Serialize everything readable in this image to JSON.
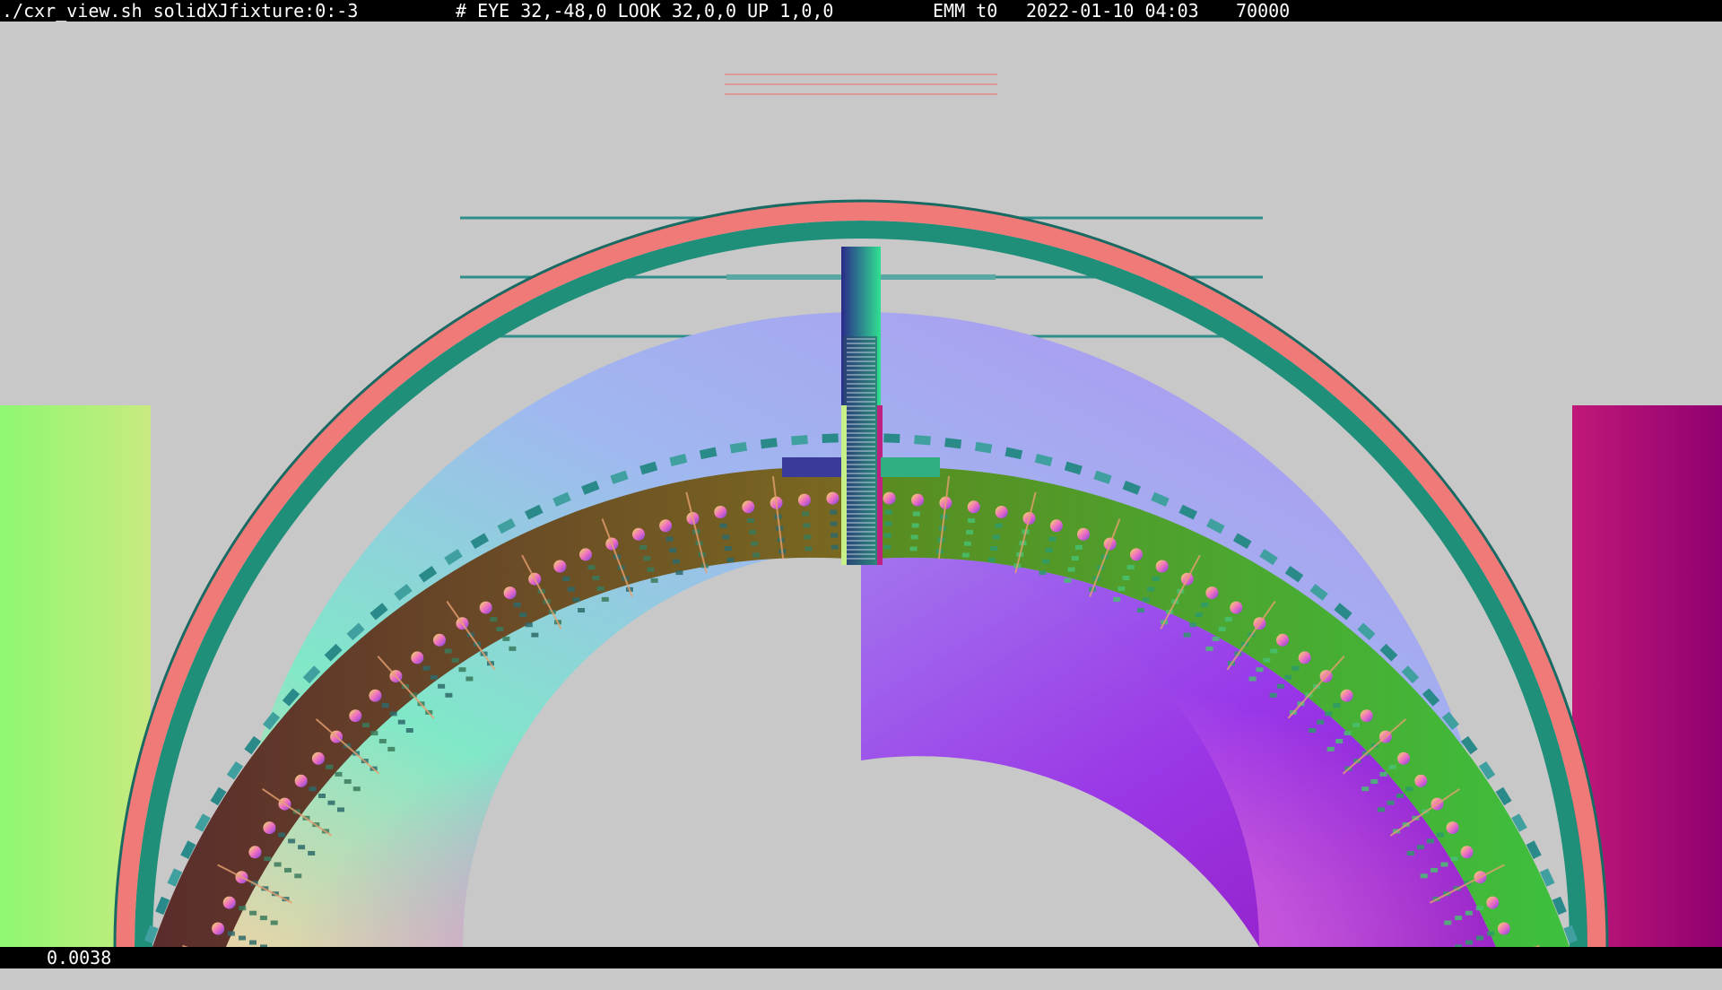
{
  "header": {
    "command": "./cxr_view.sh solidXJfixture:0:-3",
    "camera": "# EYE 32,-48,0 LOOK 32,0,0 UP 1,0,0",
    "mode": "EMM t0",
    "timestamp": "2022-01-10 04:03",
    "count": "70000"
  },
  "footer": {
    "timing": "0.0038"
  },
  "colors": {
    "background": "#c8c8c8",
    "bars": "#000000",
    "outer_ring": "#f07a78",
    "cyan_lines": "#2e8f8a",
    "red_lines": "#e58b86"
  },
  "scene": {
    "render": "3D geometry render, normal-shaded"
  }
}
